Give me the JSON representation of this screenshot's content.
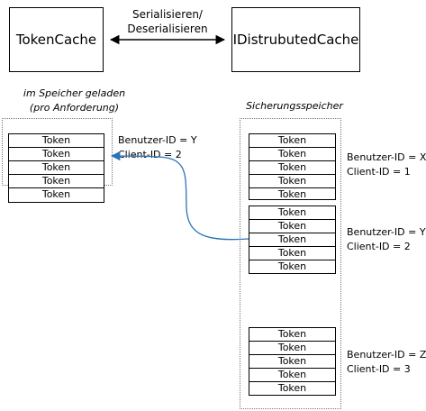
{
  "top": {
    "tokencache_label": "TokenCache",
    "distributed_label": "IDistrubutedCache",
    "arrow_line1": "Serialisieren/",
    "arrow_line2": "Deserialisieren"
  },
  "memory": {
    "caption_line1": "im Speicher geladen",
    "caption_line2": "(pro Anforderung)",
    "tokens": [
      "Token",
      "Token",
      "Token",
      "Token",
      "Token"
    ],
    "user_id": "Benutzer-ID = Y",
    "client_id": "Client-ID = 2"
  },
  "backing": {
    "caption": "Sicherungsspeicher",
    "groups": [
      {
        "tokens": [
          "Token",
          "Token",
          "Token",
          "Token",
          "Token"
        ],
        "user_id": "Benutzer-ID = X",
        "client_id": "Client-ID = 1"
      },
      {
        "tokens": [
          "Token",
          "Token",
          "Token",
          "Token",
          "Token"
        ],
        "user_id": "Benutzer-ID = Y",
        "client_id": "Client-ID = 2"
      },
      {
        "tokens": [
          "Token",
          "Token",
          "Token",
          "Token",
          "Token"
        ],
        "user_id": "Benutzer-ID = Z",
        "client_id": "Client-ID = 3"
      }
    ]
  },
  "colors": {
    "load_arrow": "#2a73b8",
    "line": "#000000"
  }
}
